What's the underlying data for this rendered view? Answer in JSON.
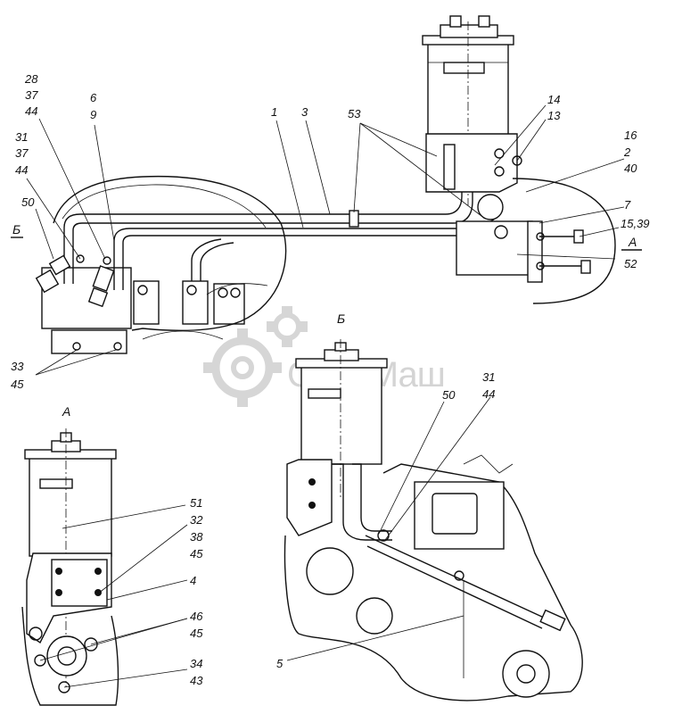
{
  "watermark": {
    "text": "СпецМаш"
  },
  "view_labels": {
    "b_main": "Б",
    "a_main": "А",
    "b_view": "Б",
    "a_view": "А"
  },
  "callouts": {
    "c28": "28",
    "c37a": "37",
    "c44a": "44",
    "c6": "6",
    "c9": "9",
    "c31a": "31",
    "c37b": "37",
    "c44b": "44",
    "c50a": "50",
    "c1": "1",
    "c3": "3",
    "c53": "53",
    "c14": "14",
    "c13": "13",
    "c16": "16",
    "c2": "2",
    "c40": "40",
    "c7": "7",
    "c15_39": "15,39",
    "c52": "52",
    "c33": "33",
    "c45a": "45",
    "c51": "51",
    "c32": "32",
    "c38": "38",
    "c45b": "45",
    "c4": "4",
    "c46": "46",
    "c45c": "45",
    "c34": "34",
    "c43": "43",
    "c50b": "50",
    "c31b": "31",
    "c44c": "44",
    "c5": "5"
  }
}
